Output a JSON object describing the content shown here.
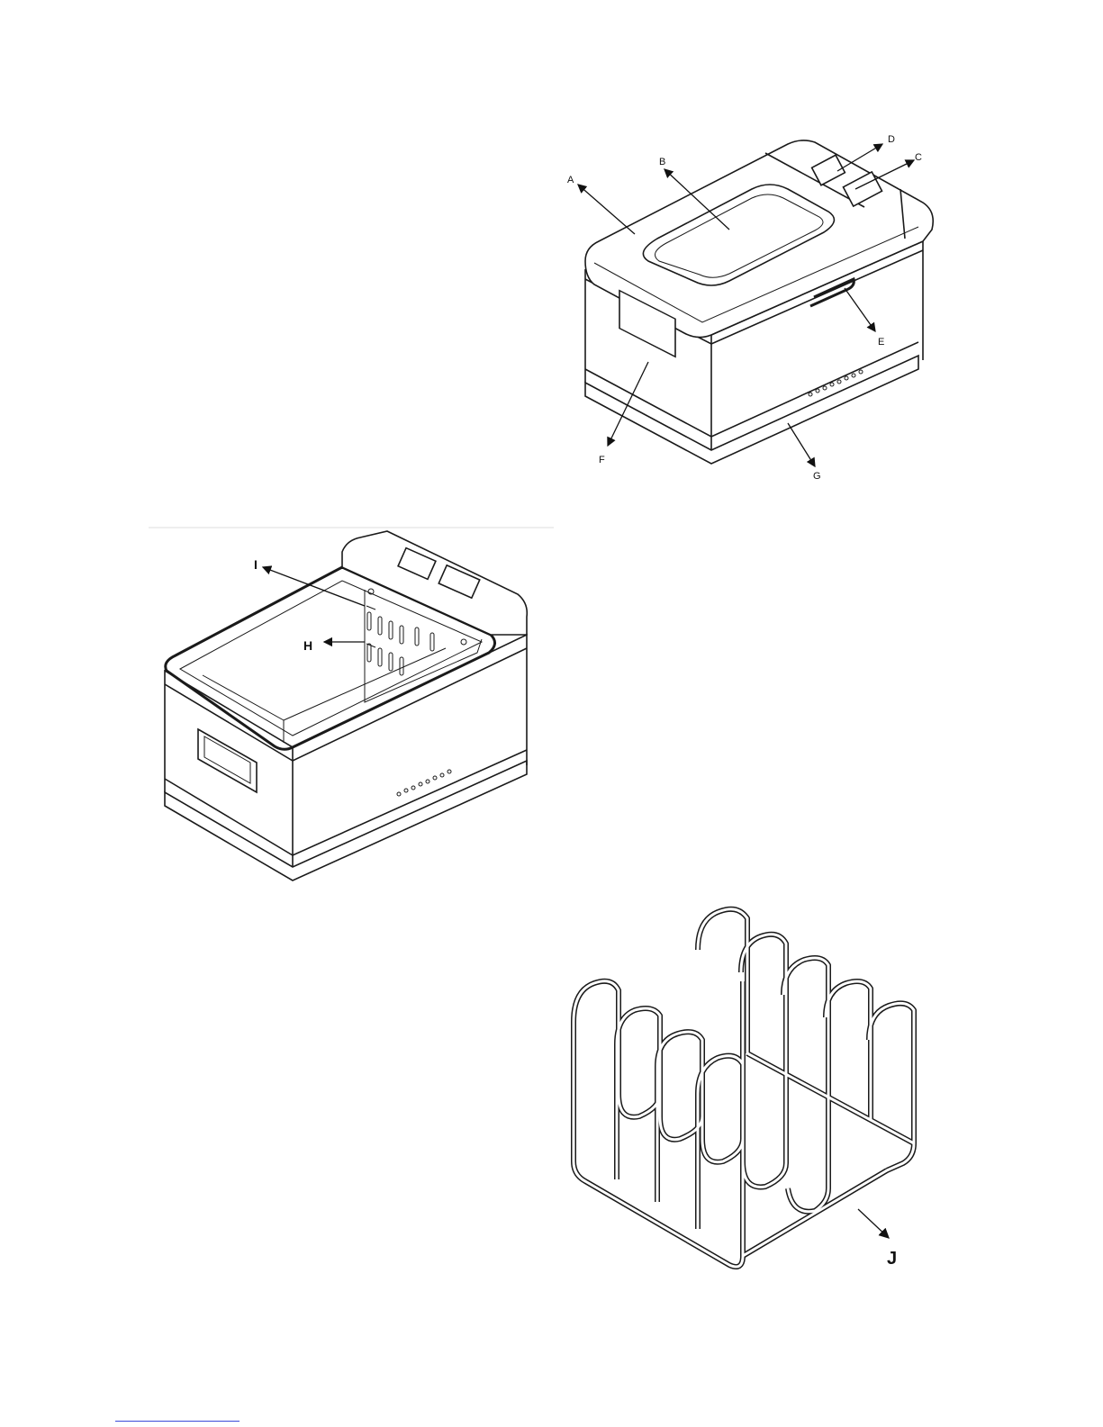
{
  "figure_top": {
    "labels": {
      "a": "A",
      "b": "B",
      "c": "C",
      "d": "D",
      "e": "E",
      "f": "F",
      "g": "G"
    }
  },
  "figure_open": {
    "labels": {
      "h": "H",
      "i": "I"
    }
  },
  "figure_rack": {
    "labels": {
      "j": "J"
    }
  },
  "colors": {
    "ink": "#1a1a1a",
    "paper": "#ffffff",
    "footer_line": "#3b4bd9"
  }
}
